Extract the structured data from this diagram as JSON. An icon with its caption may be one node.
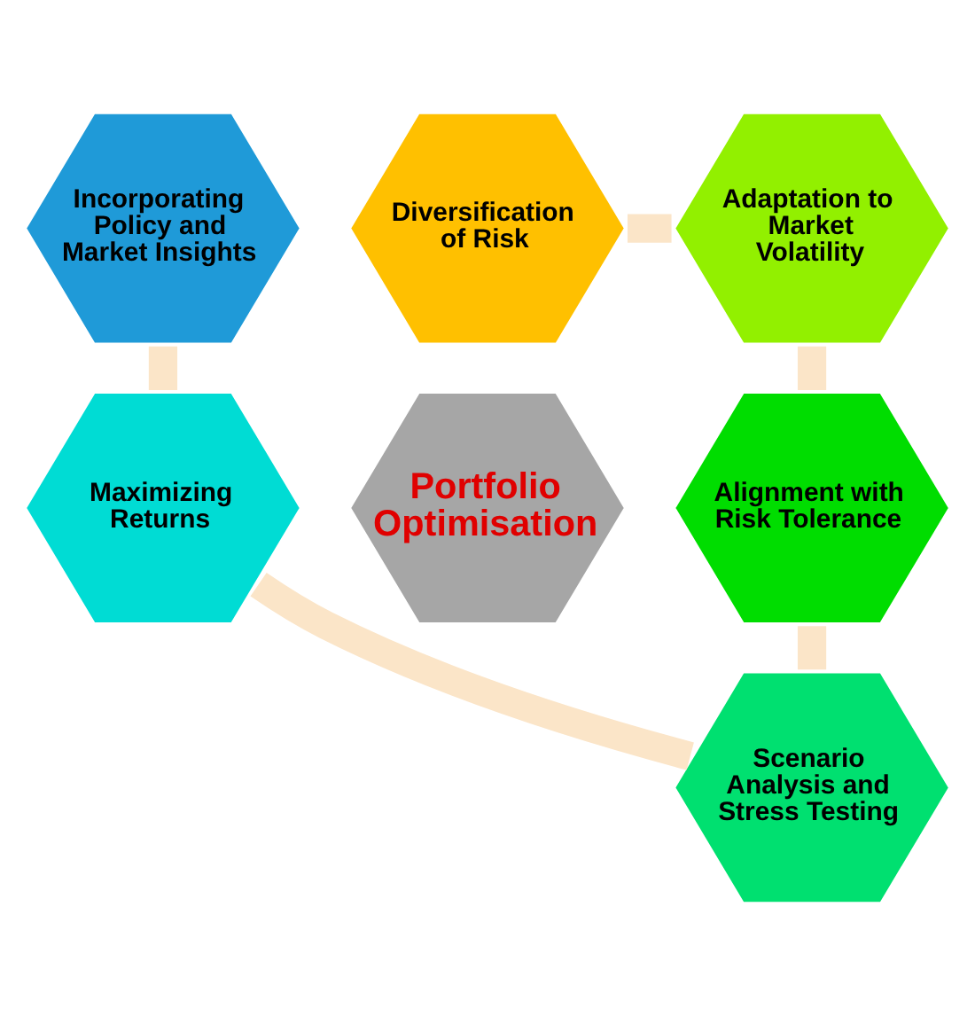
{
  "diagram": {
    "nodes": [
      {
        "text": [
          "Portfolio Optimisation"
        ]
      },
      {
        "text": [
          "Diversification of Risk"
        ]
      },
      {
        "text": [
          "Adaptation to Market Volatility"
        ]
      },
      {
        "text": [
          "Alignment with Risk Tolerance"
        ]
      },
      {
        "text": [
          "Scenario Analysis and Stress Testing"
        ]
      },
      {
        "text": [
          "Maximizing Returns"
        ]
      },
      {
        "text": [
          "Incorporating Policy and Market Insights"
        ]
      }
    ],
    "edges": [
      {
        "from": 1,
        "to": 2,
        "arrow": "none"
      },
      {
        "from": 2,
        "to": 3,
        "arrow": "none"
      },
      {
        "from": 3,
        "to": 4,
        "arrow": "none"
      },
      {
        "from": 4,
        "to": 5,
        "arrow": "none"
      },
      {
        "from": 5,
        "to": 6,
        "arrow": "none"
      }
    ]
  }
}
